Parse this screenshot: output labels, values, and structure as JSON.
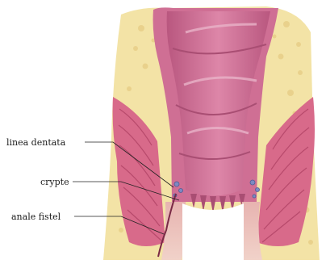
{
  "labels": {
    "linea_dentata": "linea dentata",
    "crypts": "crypte",
    "anal_fistula": "anale fistel"
  },
  "colors": {
    "fat": "#f3e3a6",
    "fat_spot": "#e8d08a",
    "muscle": "#d86a8a",
    "muscle_dark": "#b84a6c",
    "mucosa": "#cf6f94",
    "mucosa_light": "#e2a3bd",
    "mucosa_dark": "#a94e73",
    "skin": "#edc6c0"
  }
}
